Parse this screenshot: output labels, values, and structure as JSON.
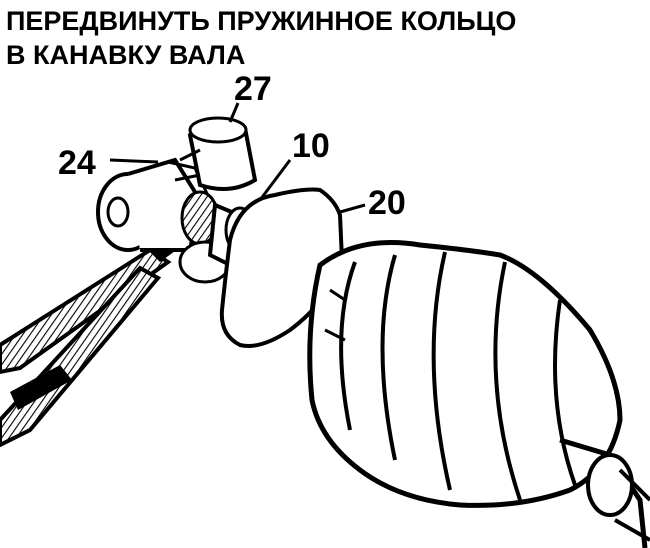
{
  "title": {
    "line1": "ПЕРЕДВИНУТЬ ПРУЖИННОЕ КОЛЬЦО",
    "line2": "В КАНАВКУ ВАЛА"
  },
  "callouts": [
    {
      "id": "c27",
      "label": "27"
    },
    {
      "id": "c24",
      "label": "24"
    },
    {
      "id": "c10",
      "label": "10"
    },
    {
      "id": "c20",
      "label": "20"
    }
  ]
}
